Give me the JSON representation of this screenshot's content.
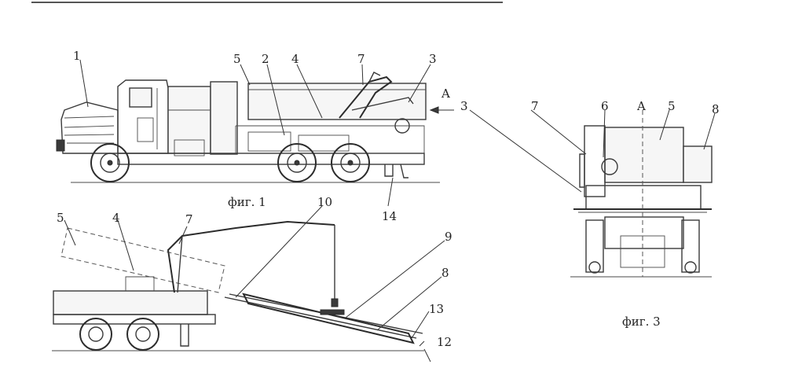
{
  "figures": {
    "fig1": "фиг. 1",
    "fig3": "фиг. 3"
  },
  "view_marks": {
    "arrow_a_fig1": "A",
    "axis_a_fig3": "A"
  },
  "part_numbers": {
    "fig1": [
      "1",
      "5",
      "2",
      "4",
      "7",
      "3",
      "14"
    ],
    "fig2": [
      "5",
      "4",
      "7",
      "10",
      "9",
      "8",
      "13",
      "12"
    ],
    "fig3": [
      "3",
      "7",
      "6",
      "5",
      "8"
    ]
  }
}
